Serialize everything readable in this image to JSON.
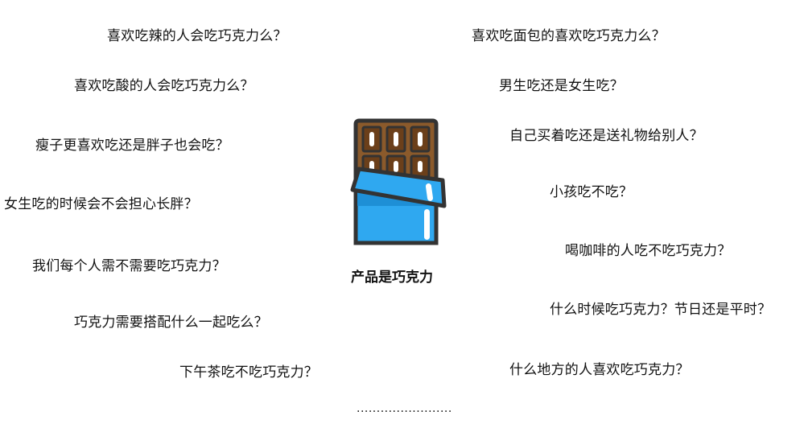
{
  "center": {
    "icon": "chocolate-bar-icon",
    "label": "产品是巧克力"
  },
  "left_questions": [
    "喜欢吃辣的人会吃巧克力么？",
    "喜欢吃酸的人会吃巧克力么？",
    "瘦子更喜欢吃还是胖子也会吃？",
    "女生吃的时候会不会担心长胖？",
    "我们每个人需不需要吃巧克力？",
    "巧克力需要搭配什么一起吃么？",
    "下午茶吃不吃巧克力？"
  ],
  "right_questions": [
    "喜欢吃面包的喜欢吃巧克力么？",
    "男生吃还是女生吃？",
    "自己买着吃还是送礼物给别人？",
    "小孩吃不吃？",
    "喝咖啡的人吃不吃巧克力？",
    "什么时候吃巧克力？节日还是平时？",
    "什么地方的人喜欢吃巧克力？"
  ],
  "ellipsis": "........................",
  "colors": {
    "chocolate": "#8B5A2B",
    "wrapper": "#2FA8F0",
    "outline": "#333333"
  }
}
